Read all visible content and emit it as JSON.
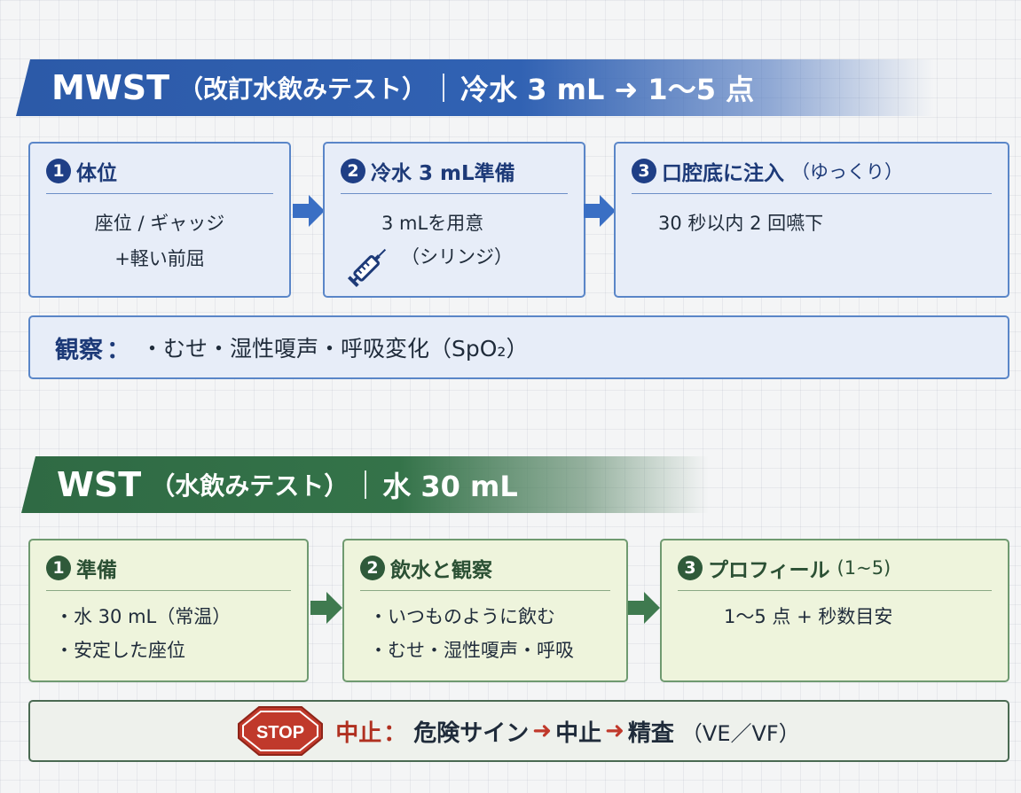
{
  "mwst": {
    "banner": {
      "lead": "MWST",
      "sub": "（改訂水飲みテスト）",
      "tail": "冷水 3 mL ➜ 1〜5 点"
    },
    "steps": [
      {
        "num": "1",
        "title": "体位",
        "title_note": "",
        "lines": [
          "座位 / ギャッジ",
          "+軽い前屈"
        ]
      },
      {
        "num": "2",
        "title": "冷水 3 mL準備",
        "title_note": "",
        "lines": [
          "3 mLを用意",
          "（シリンジ）"
        ]
      },
      {
        "num": "3",
        "title": "口腔底に注入",
        "title_note": "（ゆっくり）",
        "lines": [
          "30 秒以内 2 回嚥下"
        ]
      }
    ],
    "observation": {
      "label": "観察",
      "items": "・むせ・湿性嗄声・呼吸変化（SpO₂）"
    }
  },
  "wst": {
    "banner": {
      "lead": "WST",
      "sub": "（水飲みテスト）",
      "tail": "水 30 mL"
    },
    "steps": [
      {
        "num": "1",
        "title": "準備",
        "title_note": "",
        "lines": [
          "・水 30 mL（常温）",
          "・安定した座位"
        ]
      },
      {
        "num": "2",
        "title": "飲水と観察",
        "title_note": "",
        "lines": [
          "・いつものように飲む",
          "・むせ・湿性嗄声・呼吸"
        ]
      },
      {
        "num": "3",
        "title": "プロフィール",
        "title_note": "(1~5)",
        "lines": [
          "1〜5 点 + 秒数目安"
        ]
      }
    ],
    "stop": {
      "sign": "STOP",
      "label": "中止",
      "step1": "危険サイン",
      "arrow": "➜",
      "step2": "中止",
      "step3": "精査",
      "note": "（VE／VF）"
    }
  },
  "icons": [
    "syringe-icon",
    "right-arrow-icon",
    "stop-sign-icon"
  ],
  "colors": {
    "mwst_accent": "#2c5aa8",
    "wst_accent": "#2f6a44",
    "stop_red": "#c0392b"
  }
}
